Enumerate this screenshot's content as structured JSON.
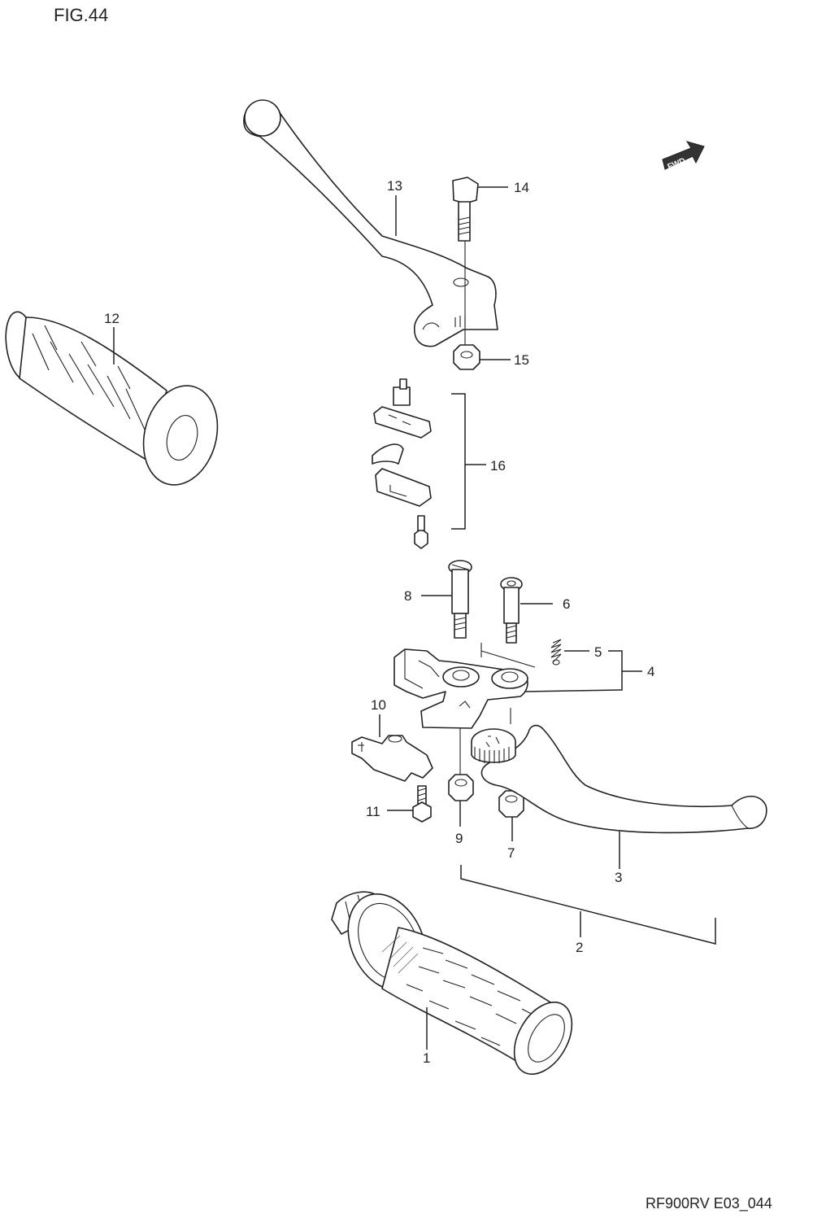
{
  "figure": {
    "title": "FIG.44",
    "code": "RF900RV E03_044",
    "direction_badge": "FWD"
  },
  "callouts": {
    "p1": "1",
    "p2": "2",
    "p3": "3",
    "p4": "4",
    "p5": "5",
    "p6": "6",
    "p7": "7",
    "p8": "8",
    "p9": "9",
    "p10": "10",
    "p11": "11",
    "p12": "12",
    "p13": "13",
    "p14": "14",
    "p15": "15",
    "p16": "16"
  },
  "colors": {
    "line": "#222222",
    "background": "#ffffff",
    "badge": "#333333"
  }
}
